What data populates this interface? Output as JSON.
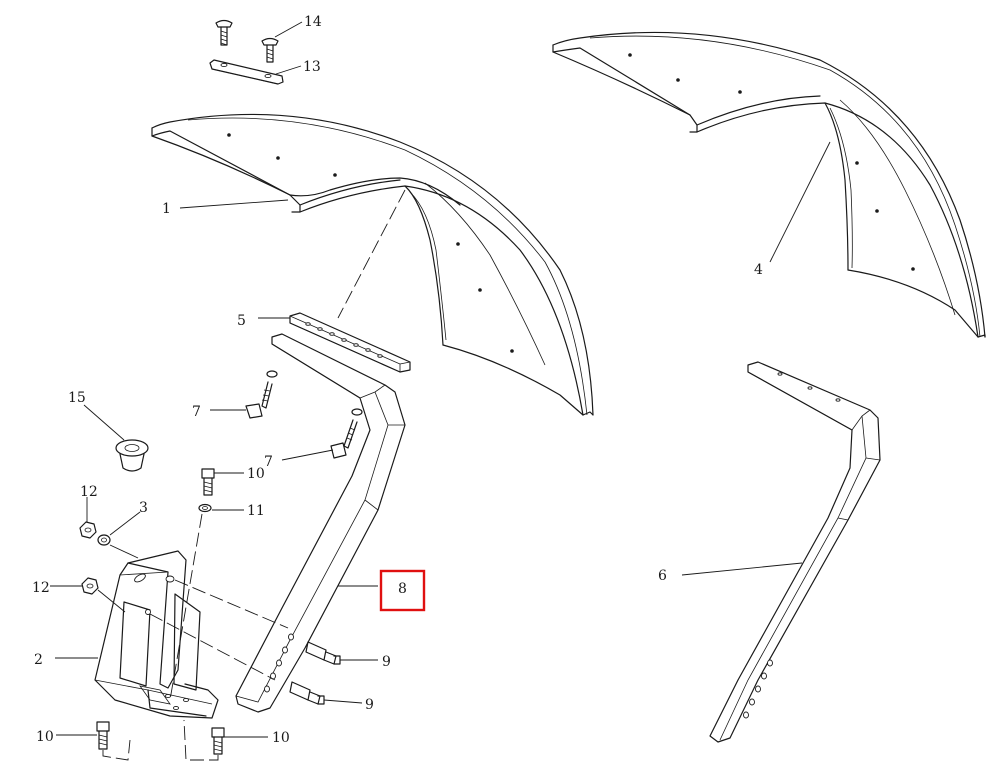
{
  "callouts": {
    "c1": "1",
    "c2": "2",
    "c3": "3",
    "c4": "4",
    "c5": "5",
    "c6": "6",
    "c7a": "7",
    "c7b": "7",
    "c8": "8",
    "c9a": "9",
    "c9b": "9",
    "c10a": "10",
    "c10b": "10",
    "c10c": "10",
    "c11": "11",
    "c12a": "12",
    "c12b": "12",
    "c13": "13",
    "c14": "14",
    "c15": "15"
  },
  "highlight": {
    "callout": "8",
    "color": "#e01010"
  }
}
